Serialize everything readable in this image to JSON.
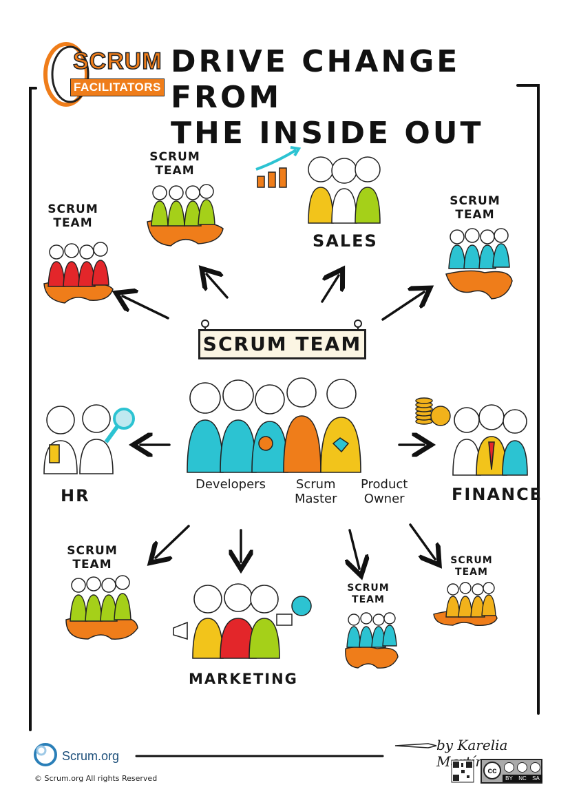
{
  "logo": {
    "line1": "SCRUM",
    "line2": "FACILITATORS"
  },
  "title": {
    "line1": "DRIVE CHANGE FROM",
    "line2": "THE INSIDE OUT"
  },
  "center": {
    "banner": "SCRUM TEAM"
  },
  "roles": {
    "developers": "Developers",
    "scrum_master": [
      "Scrum",
      "Master"
    ],
    "product_owner": [
      "Product",
      "Owner"
    ]
  },
  "departments": {
    "sales": "SALES",
    "hr": "HR",
    "finance": "FINANCE",
    "marketing": "MARKETING"
  },
  "scrum_teams": [
    {
      "line1": "SCRUM",
      "line2": "TEAM",
      "color": "#a5d019"
    },
    {
      "line1": "SCRUM",
      "line2": "TEAM",
      "color": "#e3262a"
    },
    {
      "line1": "SCRUM",
      "line2": "TEAM",
      "color": "#2cc3d2"
    },
    {
      "line1": "SCRUM",
      "line2": "TEAM",
      "color": "#a5d019"
    },
    {
      "line1": "SCRUM",
      "line2": "TEAM",
      "color": "#2cc3d2"
    },
    {
      "line1": "SCRUM",
      "line2": "TEAM",
      "color": "#f2b21b"
    }
  ],
  "colors": {
    "orange": "#ef7d1a",
    "cyan": "#2cc3d2",
    "yellow": "#f2c41b",
    "green": "#a5d019",
    "red": "#e3262a",
    "banner_bg": "#fbf5e3"
  },
  "footer": {
    "scrum_org": "Scrum.org",
    "copyright": "© Scrum.org  All rights Reserved",
    "author": "by Karelia Martínez",
    "license": [
      "BY",
      "NC",
      "SA"
    ],
    "cc": "cc"
  }
}
